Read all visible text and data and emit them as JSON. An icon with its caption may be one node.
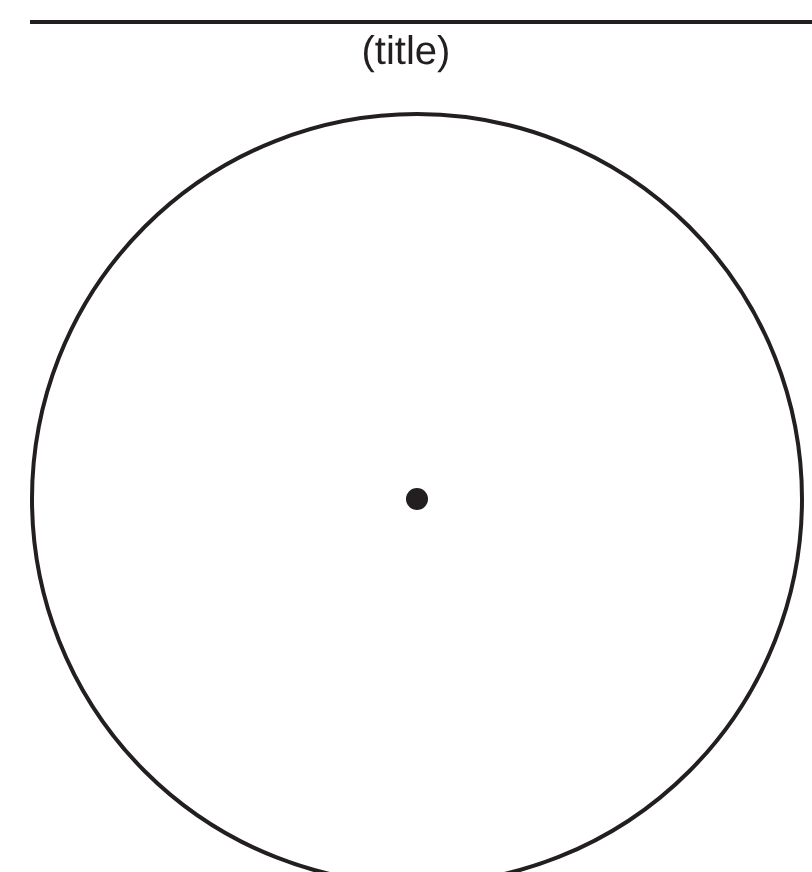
{
  "diagram": {
    "title": "(title)",
    "nodes": [
      {
        "text": [],
        "shape": "circle"
      },
      {
        "text": [],
        "shape": "circle",
        "in": 0
      }
    ]
  }
}
